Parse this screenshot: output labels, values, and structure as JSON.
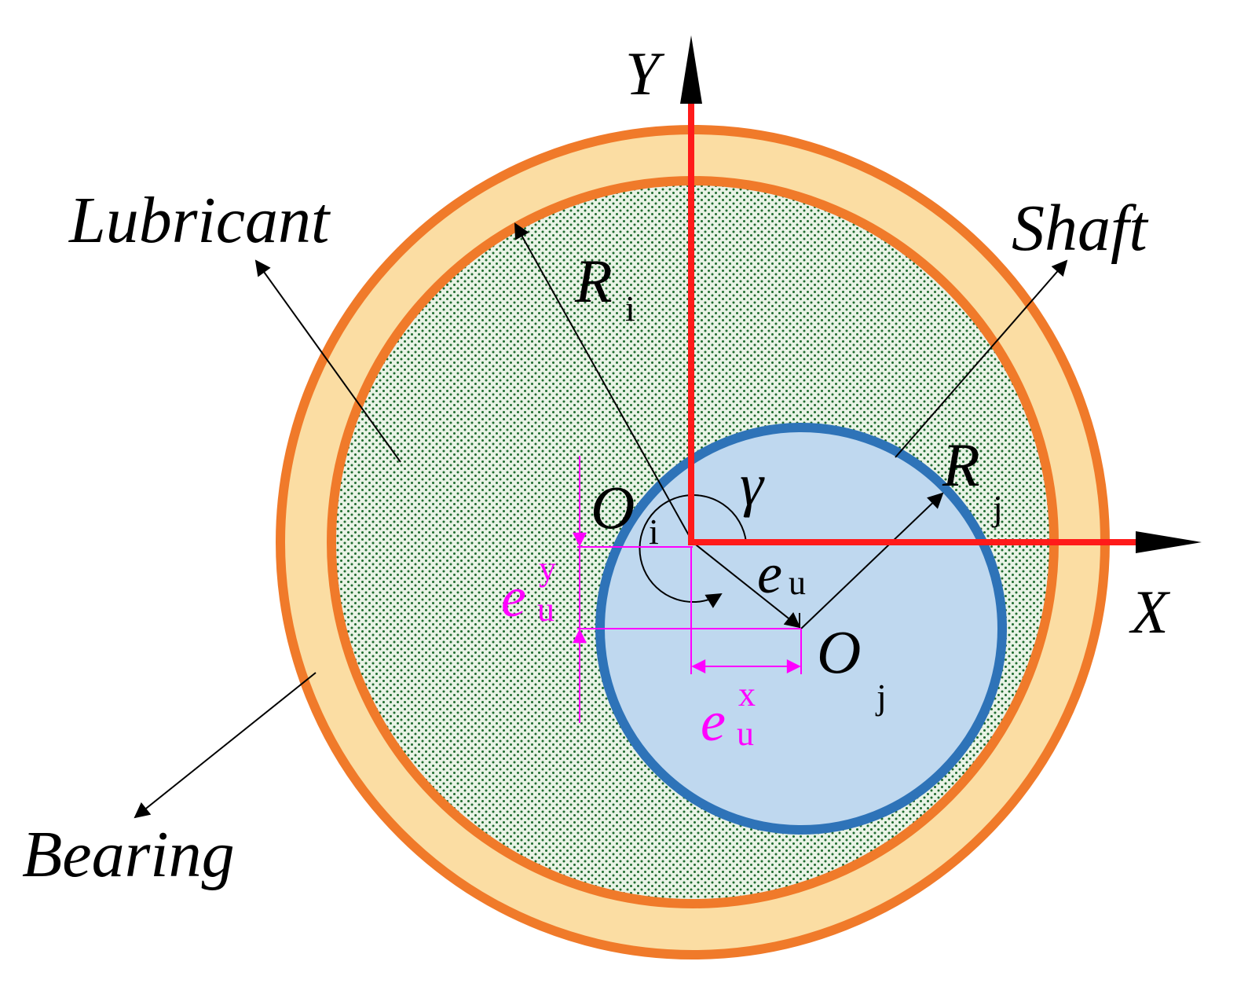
{
  "labels": {
    "lubricant": "Lubricant",
    "shaft": "Shaft",
    "bearing": "Bearing",
    "axis_x": "X",
    "axis_y": "Y",
    "r_i": "R",
    "r_i_sub": "i",
    "r_j": "R",
    "r_j_sub": "j",
    "o_i": "O",
    "o_i_sub": "i",
    "o_j": "O",
    "o_j_sub": "j",
    "gamma": "γ",
    "e_u": "e",
    "e_u_sub": "u",
    "e_u_y": "e",
    "e_u_y_sub": "u",
    "e_u_y_sup": "y",
    "e_u_x": "e",
    "e_u_x_sub": "u",
    "e_u_x_sup": "x"
  },
  "colors": {
    "bearing_ring": "#FBDDA3",
    "bearing_stroke": "#F07A2A",
    "lubricant_fill": "#E9F3E6",
    "lubricant_dots": "#1E6B2E",
    "shaft_fill": "#BFD8EF",
    "shaft_stroke": "#2E73B8",
    "axes": "#FF1A1A",
    "eccentricity_dims": "#FF00FF",
    "annotation_lines": "#000000"
  }
}
